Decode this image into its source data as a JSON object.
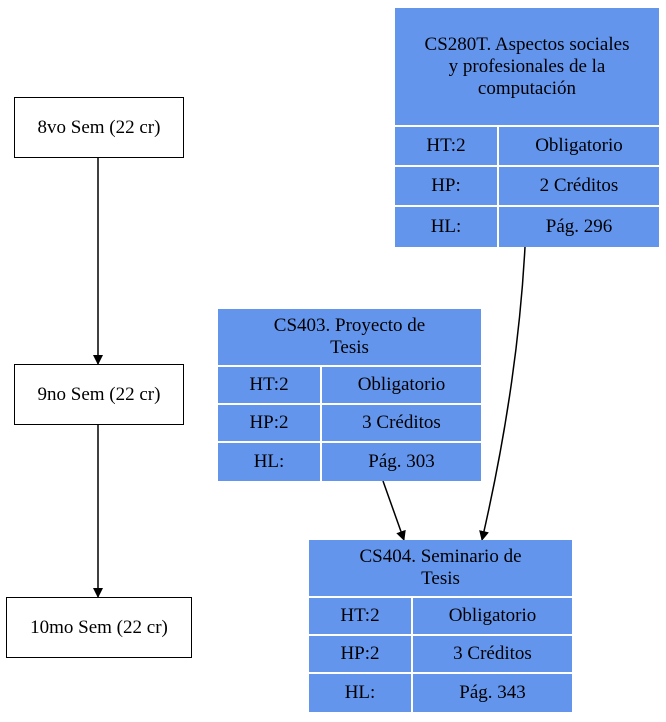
{
  "semesters": [
    {
      "label": "8vo Sem (22 cr)"
    },
    {
      "label": "9no Sem (22 cr)"
    },
    {
      "label": "10mo Sem (22 cr)"
    }
  ],
  "courses": [
    {
      "title": "CS280T. Aspectos sociales y profesionales de la computación",
      "rows": [
        {
          "left": "HT:2",
          "right": "Obligatorio"
        },
        {
          "left": "HP:",
          "right": "2 Créditos"
        },
        {
          "left": "HL:",
          "right": "Pág. 296"
        }
      ]
    },
    {
      "title": "CS403. Proyecto de Tesis",
      "rows": [
        {
          "left": "HT:2",
          "right": "Obligatorio"
        },
        {
          "left": "HP:2",
          "right": "3 Créditos"
        },
        {
          "left": "HL:",
          "right": "Pág. 303"
        }
      ]
    },
    {
      "title": "CS404. Seminario de Tesis",
      "rows": [
        {
          "left": "HT:2",
          "right": "Obligatorio"
        },
        {
          "left": "HP:2",
          "right": "3 Créditos"
        },
        {
          "left": "HL:",
          "right": "Pág. 343"
        }
      ]
    }
  ],
  "colors": {
    "course_fill": "#6495ED",
    "separator": "#ffffff",
    "edge": "#000000"
  }
}
